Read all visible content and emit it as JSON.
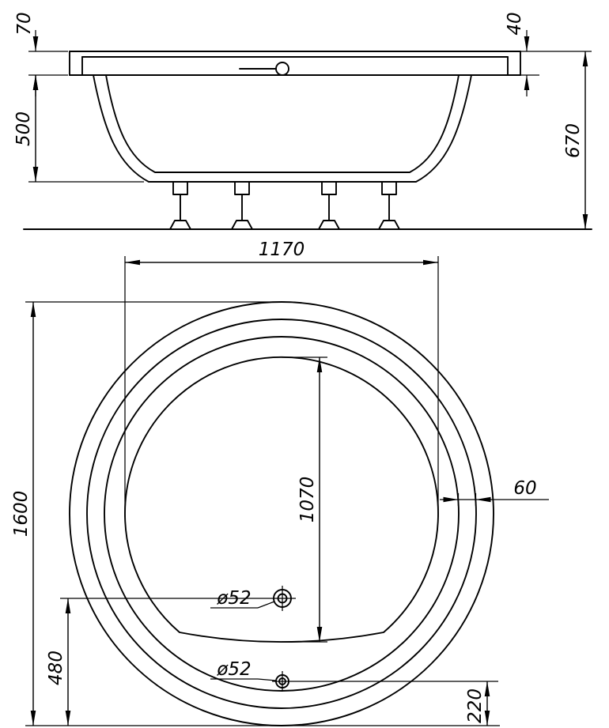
{
  "page": {
    "background_color": "#ffffff",
    "line_color": "#000000"
  },
  "drawing": {
    "kind": "technical dimension drawing",
    "subject": "round bathtub — side elevation (top) and plan view (bottom)",
    "side_view": {
      "dimensions": {
        "rim_drop_left": "70",
        "rim_edge_right": "40",
        "tub_depth": "500",
        "overall_height": "670"
      }
    },
    "plan_view": {
      "dimensions": {
        "inner_basin_width": "1170",
        "outer_diameter": "1600",
        "inner_basin_length": "1070",
        "rim_ring_width": "60",
        "drain_hole_diameter": "ø52",
        "overflow_hole_diameter": "ø52",
        "drain_offset_from_bottom": "480",
        "overflow_offset_from_bottom": "220"
      }
    }
  }
}
